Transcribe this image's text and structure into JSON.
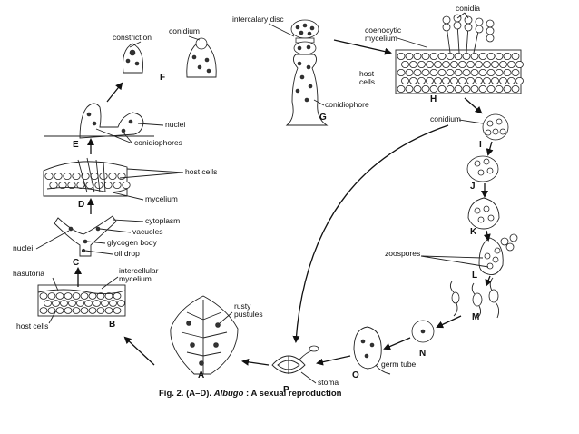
{
  "stages": {
    "A": "A",
    "B": "B",
    "C": "C",
    "D": "D",
    "E": "E",
    "F": "F",
    "G": "G",
    "H": "H",
    "I": "I",
    "J": "J",
    "K": "K",
    "L": "L",
    "M": "M",
    "N": "N",
    "O": "O",
    "P": "P"
  },
  "labels": {
    "intercalary_disc": "intercalary disc",
    "conidium_f": "conidium",
    "constriction": "constriction",
    "conidia": "conidia",
    "coenocytic_mycelium_1": "coenocytic",
    "coenocytic_mycelium_2": "mycelium",
    "host_cells_h_1": "host",
    "host_cells_h_2": "cells",
    "conidiophore": "conidiophore",
    "conidium_i": "conidium",
    "nuclei_e": "nuclei",
    "conidiophores": "conidiophores",
    "host_cells_d": "host cells",
    "mycelium": "mycelium",
    "cytoplasm": "cytoplasm",
    "vacuoles": "vacuoles",
    "nuclei_c": "nuclei",
    "glycogen_body": "glycogen body",
    "oil_drop": "oil drop",
    "hasutoria": "hasutoria",
    "intercellular_1": "intercellular",
    "intercellular_2": "mycelium",
    "host_cells_b": "host cells",
    "zoospores": "zoospores",
    "rusty_1": "rusty",
    "rusty_2": "pustules",
    "germ_tube": "germ tube",
    "stoma": "stoma"
  },
  "caption": {
    "prefix": "Fig. 2. (A–D). ",
    "genus": "Albugo",
    "suffix": " : A sexual reproduction"
  }
}
